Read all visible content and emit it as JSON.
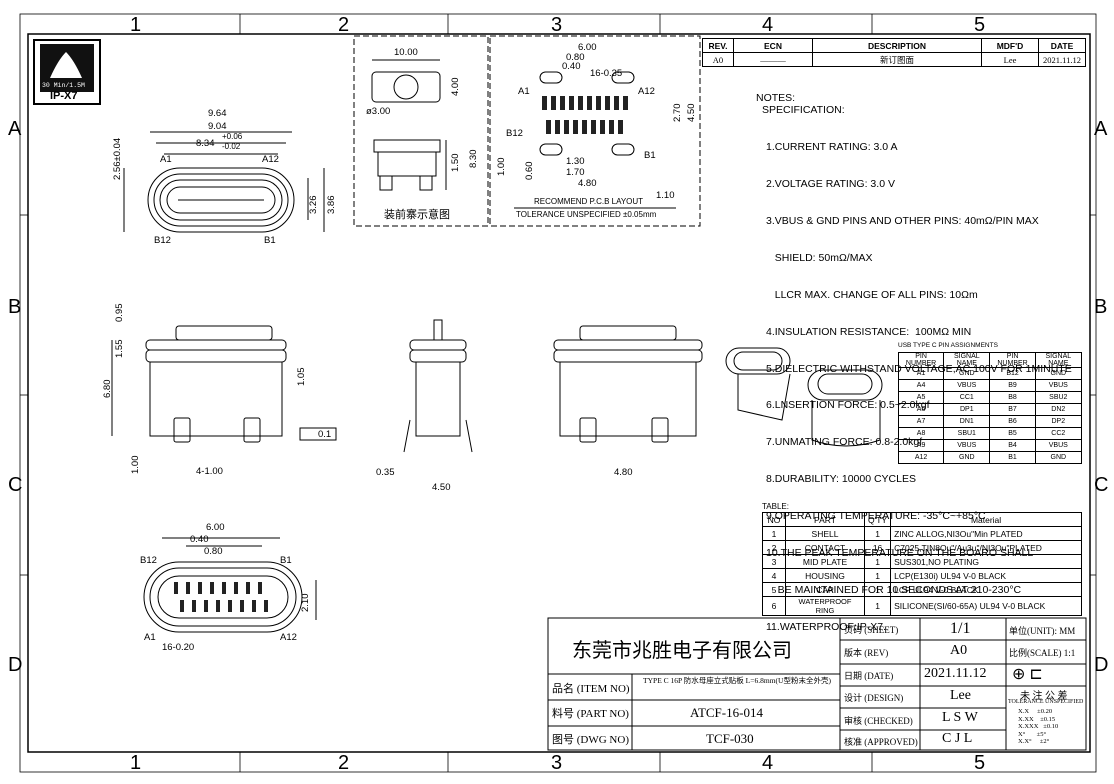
{
  "zones": {
    "columns": [
      "1",
      "2",
      "3",
      "4",
      "5"
    ],
    "rows": [
      "A",
      "B",
      "C",
      "D"
    ]
  },
  "logo": {
    "top_text": "30 Min/1.5M",
    "label": "IP-X7"
  },
  "revision": {
    "headers": [
      "REV.",
      "ECN",
      "DESCRIPTION",
      "MDF'D",
      "DATE"
    ],
    "row": {
      "rev": "A0",
      "ecn": "———",
      "description": "新订图面",
      "mdfd": "Lee",
      "date": "2021.11.12"
    }
  },
  "top_view": {
    "dims": [
      "9.64",
      "9.04",
      "8.34",
      "+0.06",
      "-0.02",
      "2.56±0.04",
      "3.26",
      "3.86"
    ],
    "pins": [
      "A1",
      "A12",
      "B12",
      "B1"
    ]
  },
  "assembly_view": {
    "dims": [
      "10.00",
      "4.00",
      "ø3.00",
      "1.50",
      "8.30"
    ],
    "caption": "装前寨示意图"
  },
  "pcb_layout": {
    "title": "RECOMMEND  P.C.B  LAYOUT",
    "tolerance": "TOLERANCE  UNSPECIFIED ±0.05mm",
    "dims": [
      "6.00",
      "0.80",
      "0.40",
      "16-0.35",
      "2.70",
      "4.50",
      "1.00",
      "0.60",
      "1.30",
      "1.70",
      "4.80",
      "1.10"
    ],
    "pins": [
      "A1",
      "A12",
      "B12",
      "B1"
    ]
  },
  "notes": {
    "title": "NOTES:",
    "spec": "SPECIFICATION:",
    "items": [
      "1.CURRENT RATING: 3.0 A",
      "2.VOLTAGE RATING: 3.0 V",
      "3.VBUS & GND PINS AND OTHER PINS: 40mΩ/PIN MAX",
      "   SHIELD: 50mΩ/MAX",
      "   LLCR MAX. CHANGE OF ALL PINS: 10Ωm",
      "4.INSULATION RESISTANCE:  100MΩ MIN",
      "5.DIELECTRIC WITHSTAND VOLTAGE,AC 100V FOR 1MINUTE",
      "6.LNSERTION FORCE: 0.5~2.0kgf",
      "7.UNMATING FORCE: 0.8-2.0kgf",
      "8.DURABILITY: 10000 CYCLES",
      "9.OPERATING TEMPERATURE: -35°C~+85°C",
      "10.THE PEAK TEMPERATURE ON THE BOARO SHALL",
      "    BE MAINTAINED FOR 10 SECONDS AT 210-230°C",
      "11.WATERPROOF:IP-X7."
    ]
  },
  "side_views": {
    "dims": [
      "0.95",
      "1.55",
      "6.80",
      "1.05",
      "1.00",
      "4-1.00",
      "0.1",
      "0.35",
      "4.50",
      "4.80"
    ]
  },
  "pin_table": {
    "title": "USB TYPE C PIN ASSIGNMENTS",
    "headers": [
      "PIN NUMBER",
      "SIGNAL NAME",
      "PIN NUMBER",
      "SIGNAL NAME"
    ],
    "rows": [
      [
        "A1",
        "GND",
        "B12",
        "GND"
      ],
      [
        "A4",
        "VBUS",
        "B9",
        "VBUS"
      ],
      [
        "A5",
        "CC1",
        "B8",
        "SBU2"
      ],
      [
        "A6",
        "DP1",
        "B7",
        "DN2"
      ],
      [
        "A7",
        "DN1",
        "B6",
        "DP2"
      ],
      [
        "A8",
        "SBU1",
        "B5",
        "CC2"
      ],
      [
        "A9",
        "VBUS",
        "B4",
        "VBUS"
      ],
      [
        "A12",
        "GND",
        "B1",
        "GND"
      ]
    ]
  },
  "bom": {
    "title": "TABLE:",
    "headers": [
      "NO",
      "PART",
      "Q'TY",
      "Material"
    ],
    "rows": [
      [
        "1",
        "SHELL",
        "1",
        "ZINC  ALLOG,NI3Ou\"Min  PLATED"
      ],
      [
        "2",
        "CONTACT",
        "16",
        "C7025,TIN8Ou\"/Au3u\"/NI3Ou\"PLATED"
      ],
      [
        "3",
        "MID PLATE",
        "1",
        "SUS301,NO  PLATING"
      ],
      [
        "4",
        "HOUSING",
        "1",
        "LCP(E130i)  UL94  V-0  BLACK"
      ],
      [
        "5",
        "CAP",
        "1",
        "LCP  UL94  V-0  BLACK"
      ],
      [
        "6",
        "WATERPROOF RING",
        "1",
        "SILICONE(SI/60-65A)  UL94  V-0  BLACK"
      ]
    ]
  },
  "front_view": {
    "dims": [
      "6.00",
      "0.40",
      "0.80",
      "2.10",
      "16-0.20"
    ],
    "pins": [
      "B12",
      "B1",
      "A1",
      "A12"
    ]
  },
  "title_block": {
    "company": "东莞市兆胜电子有限公司",
    "sheet_label": "页码 (SHEET)",
    "sheet_value": "1/1",
    "unit_label": "单位(UNIT): MM",
    "rev_label": "版本 (REV)",
    "rev_value": "A0",
    "scale_label": "比例(SCALE) 1:1",
    "date_label": "日期 (DATE)",
    "date_value": "2021.11.12",
    "design_label": "设计 (DESIGN)",
    "design_value": "Lee",
    "check_label": "审核 (CHECKED)",
    "check_value": "L S W",
    "approve_label": "核准 (APPROVED)",
    "approve_value": "C J L",
    "item_label": "品名 (ITEM NO)",
    "item_value": "TYPE C 16P 防水母座立式贴板 L=6.8mm(U型粉末全外壳)",
    "part_label": "料号 (PART NO)",
    "part_value": "ATCF-16-014",
    "dwg_label": "图号 (DWG NO)",
    "dwg_value": "TCF-030",
    "tol_title": "未 注 公 差",
    "tol_sub": "TOLERANCE UNSPECIFIED",
    "tol_rows": [
      [
        "X.X",
        "±0.20"
      ],
      [
        "X.XX",
        "±0.15"
      ],
      [
        "X.XXX",
        "±0.10"
      ],
      [
        "X°",
        "±5°"
      ],
      [
        "X.X°",
        "±2°"
      ]
    ]
  }
}
